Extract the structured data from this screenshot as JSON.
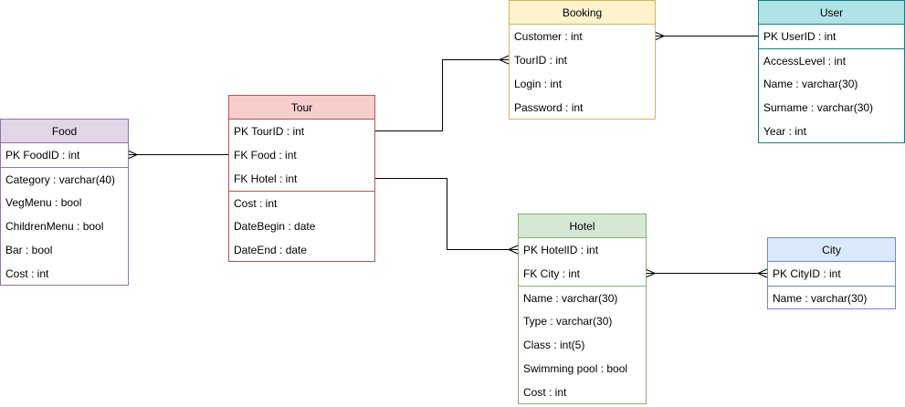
{
  "entities": [
    {
      "id": "food",
      "title": "Food",
      "stroke": "#9673a6",
      "fill": "#e1d5e7",
      "key_count": 1,
      "fields": [
        "PK FoodID : int",
        "Category : varchar(40)",
        "VegMenu : bool",
        "ChildrenMenu : bool",
        "Bar : bool",
        "Cost : int"
      ]
    },
    {
      "id": "tour",
      "title": "Tour",
      "stroke": "#b85450",
      "fill": "#f8cecc",
      "key_count": 3,
      "fields": [
        "PK TourID : int",
        "FK Food : int",
        "FK Hotel : int",
        "Cost : int",
        "DateBegin : date",
        "DateEnd : date"
      ]
    },
    {
      "id": "booking",
      "title": "Booking",
      "stroke": "#d6b656",
      "fill": "#fff2cc",
      "key_count": 4,
      "fields": [
        "Customer : int",
        "TourID : int",
        "Login : int",
        "Password : int"
      ]
    },
    {
      "id": "user",
      "title": "User",
      "stroke": "#0e8088",
      "fill": "#b0e3e6",
      "key_count": 1,
      "fields": [
        "PK UserID : int",
        "AccessLevel : int",
        "Name : varchar(30)",
        "Surname : varchar(30)",
        "Year : int"
      ]
    },
    {
      "id": "hotel",
      "title": "Hotel",
      "stroke": "#82b366",
      "fill": "#d5e8d4",
      "key_count": 2,
      "fields": [
        "PK HotelID : int",
        "FK City : int",
        "Name : varchar(30)",
        "Type : varchar(30)",
        "Class : int(5)",
        "Swimming pool : bool",
        "Cost : int"
      ]
    },
    {
      "id": "city",
      "title": "City",
      "stroke": "#6c8ebf",
      "fill": "#dae8fc",
      "key_count": 1,
      "fields": [
        "PK CityID : int",
        "Name : varchar(30)"
      ]
    }
  ],
  "relations": [
    {
      "from": "tour",
      "from_field": 1,
      "to": "food",
      "to_field": 0,
      "notation": "many"
    },
    {
      "from": "tour",
      "from_field": 0,
      "to": "booking",
      "to_field": 1,
      "notation": "many"
    },
    {
      "from": "booking",
      "from_field": 0,
      "to": "user",
      "to_field": 0,
      "notation": "many"
    },
    {
      "from": "tour",
      "from_field": 2,
      "to": "hotel",
      "to_field": 0,
      "notation": "many"
    },
    {
      "from": "city",
      "from_field": 0,
      "to": "hotel",
      "to_field": 1,
      "notation": "many"
    }
  ],
  "line_color": "#000000"
}
